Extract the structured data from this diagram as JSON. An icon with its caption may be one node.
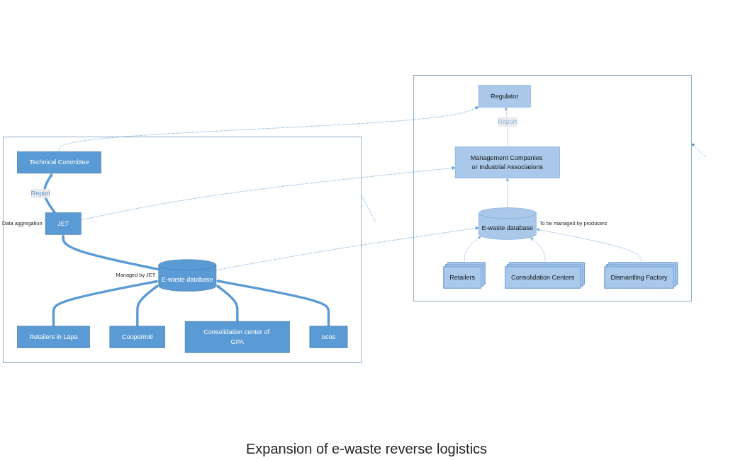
{
  "diagram": {
    "nodes": [
      {
        "text": [],
        "shape": "box"
      },
      {
        "text": [],
        "shape": "box"
      },
      {
        "text": [
          "Technical Committee"
        ],
        "in": 0
      },
      {
        "text": [
          "JET"
        ],
        "in": 0,
        "beside": [
          "Data aggregation"
        ]
      },
      {
        "text": [
          "E-waste database"
        ],
        "in": 0,
        "beside": [
          "Managed by JET"
        ]
      },
      {
        "text": [
          "Retailers in Lapa"
        ],
        "in": 0
      },
      {
        "text": [
          "Coopermiti"
        ],
        "in": 0
      },
      {
        "text": [
          "Consolidation center of GPA"
        ],
        "in": 0
      },
      {
        "text": [
          "ecos"
        ],
        "in": 0
      },
      {
        "text": [
          "Regulator"
        ],
        "in": 1
      },
      {
        "text": [
          "Management Companies or Industrial Associations"
        ],
        "in": 1
      },
      {
        "text": [
          "E-waste database"
        ],
        "in": 1,
        "beside": [
          "To be managed by producers"
        ]
      },
      {
        "text": [
          "Retailers"
        ],
        "in": 1
      },
      {
        "text": [
          "Consolidation Centers"
        ],
        "in": 1
      },
      {
        "text": [
          "Dismantling Factory"
        ],
        "in": 1
      }
    ],
    "edges": [
      {
        "from": 3,
        "to": 2,
        "arrow": "to",
        "label": "Report",
        "style": "thick"
      },
      {
        "from": 4,
        "to": 3,
        "arrow": "to",
        "style": "thick"
      },
      {
        "from": 5,
        "to": 4,
        "arrow": "to",
        "style": "thick"
      },
      {
        "from": 6,
        "to": 4,
        "arrow": "to",
        "style": "thick"
      },
      {
        "from": 7,
        "to": 4,
        "arrow": "to",
        "style": "thick"
      },
      {
        "from": 8,
        "to": 4,
        "arrow": "to",
        "style": "thick"
      },
      {
        "from": 2,
        "to": 9,
        "arrow": "to",
        "style": "dashed"
      },
      {
        "from": 3,
        "to": 10,
        "arrow": "to",
        "style": "dashed"
      },
      {
        "from": 4,
        "to": 11,
        "arrow": "to",
        "style": "dashed"
      },
      {
        "from": 10,
        "to": 9,
        "arrow": "to",
        "label": "Report"
      },
      {
        "from": 11,
        "to": 10,
        "arrow": "to"
      },
      {
        "from": 12,
        "to": 11,
        "arrow": "to"
      },
      {
        "from": 13,
        "to": 11,
        "arrow": "to"
      },
      {
        "from": 14,
        "to": 11,
        "arrow": "to"
      },
      {
        "from": null,
        "to": 0,
        "arrow": "none",
        "style": "dashed"
      },
      {
        "from": null,
        "to": 1,
        "arrow": "to",
        "style": "dashed"
      }
    ],
    "labels": [
      "Expansion of e-waste reverse logistics"
    ]
  }
}
